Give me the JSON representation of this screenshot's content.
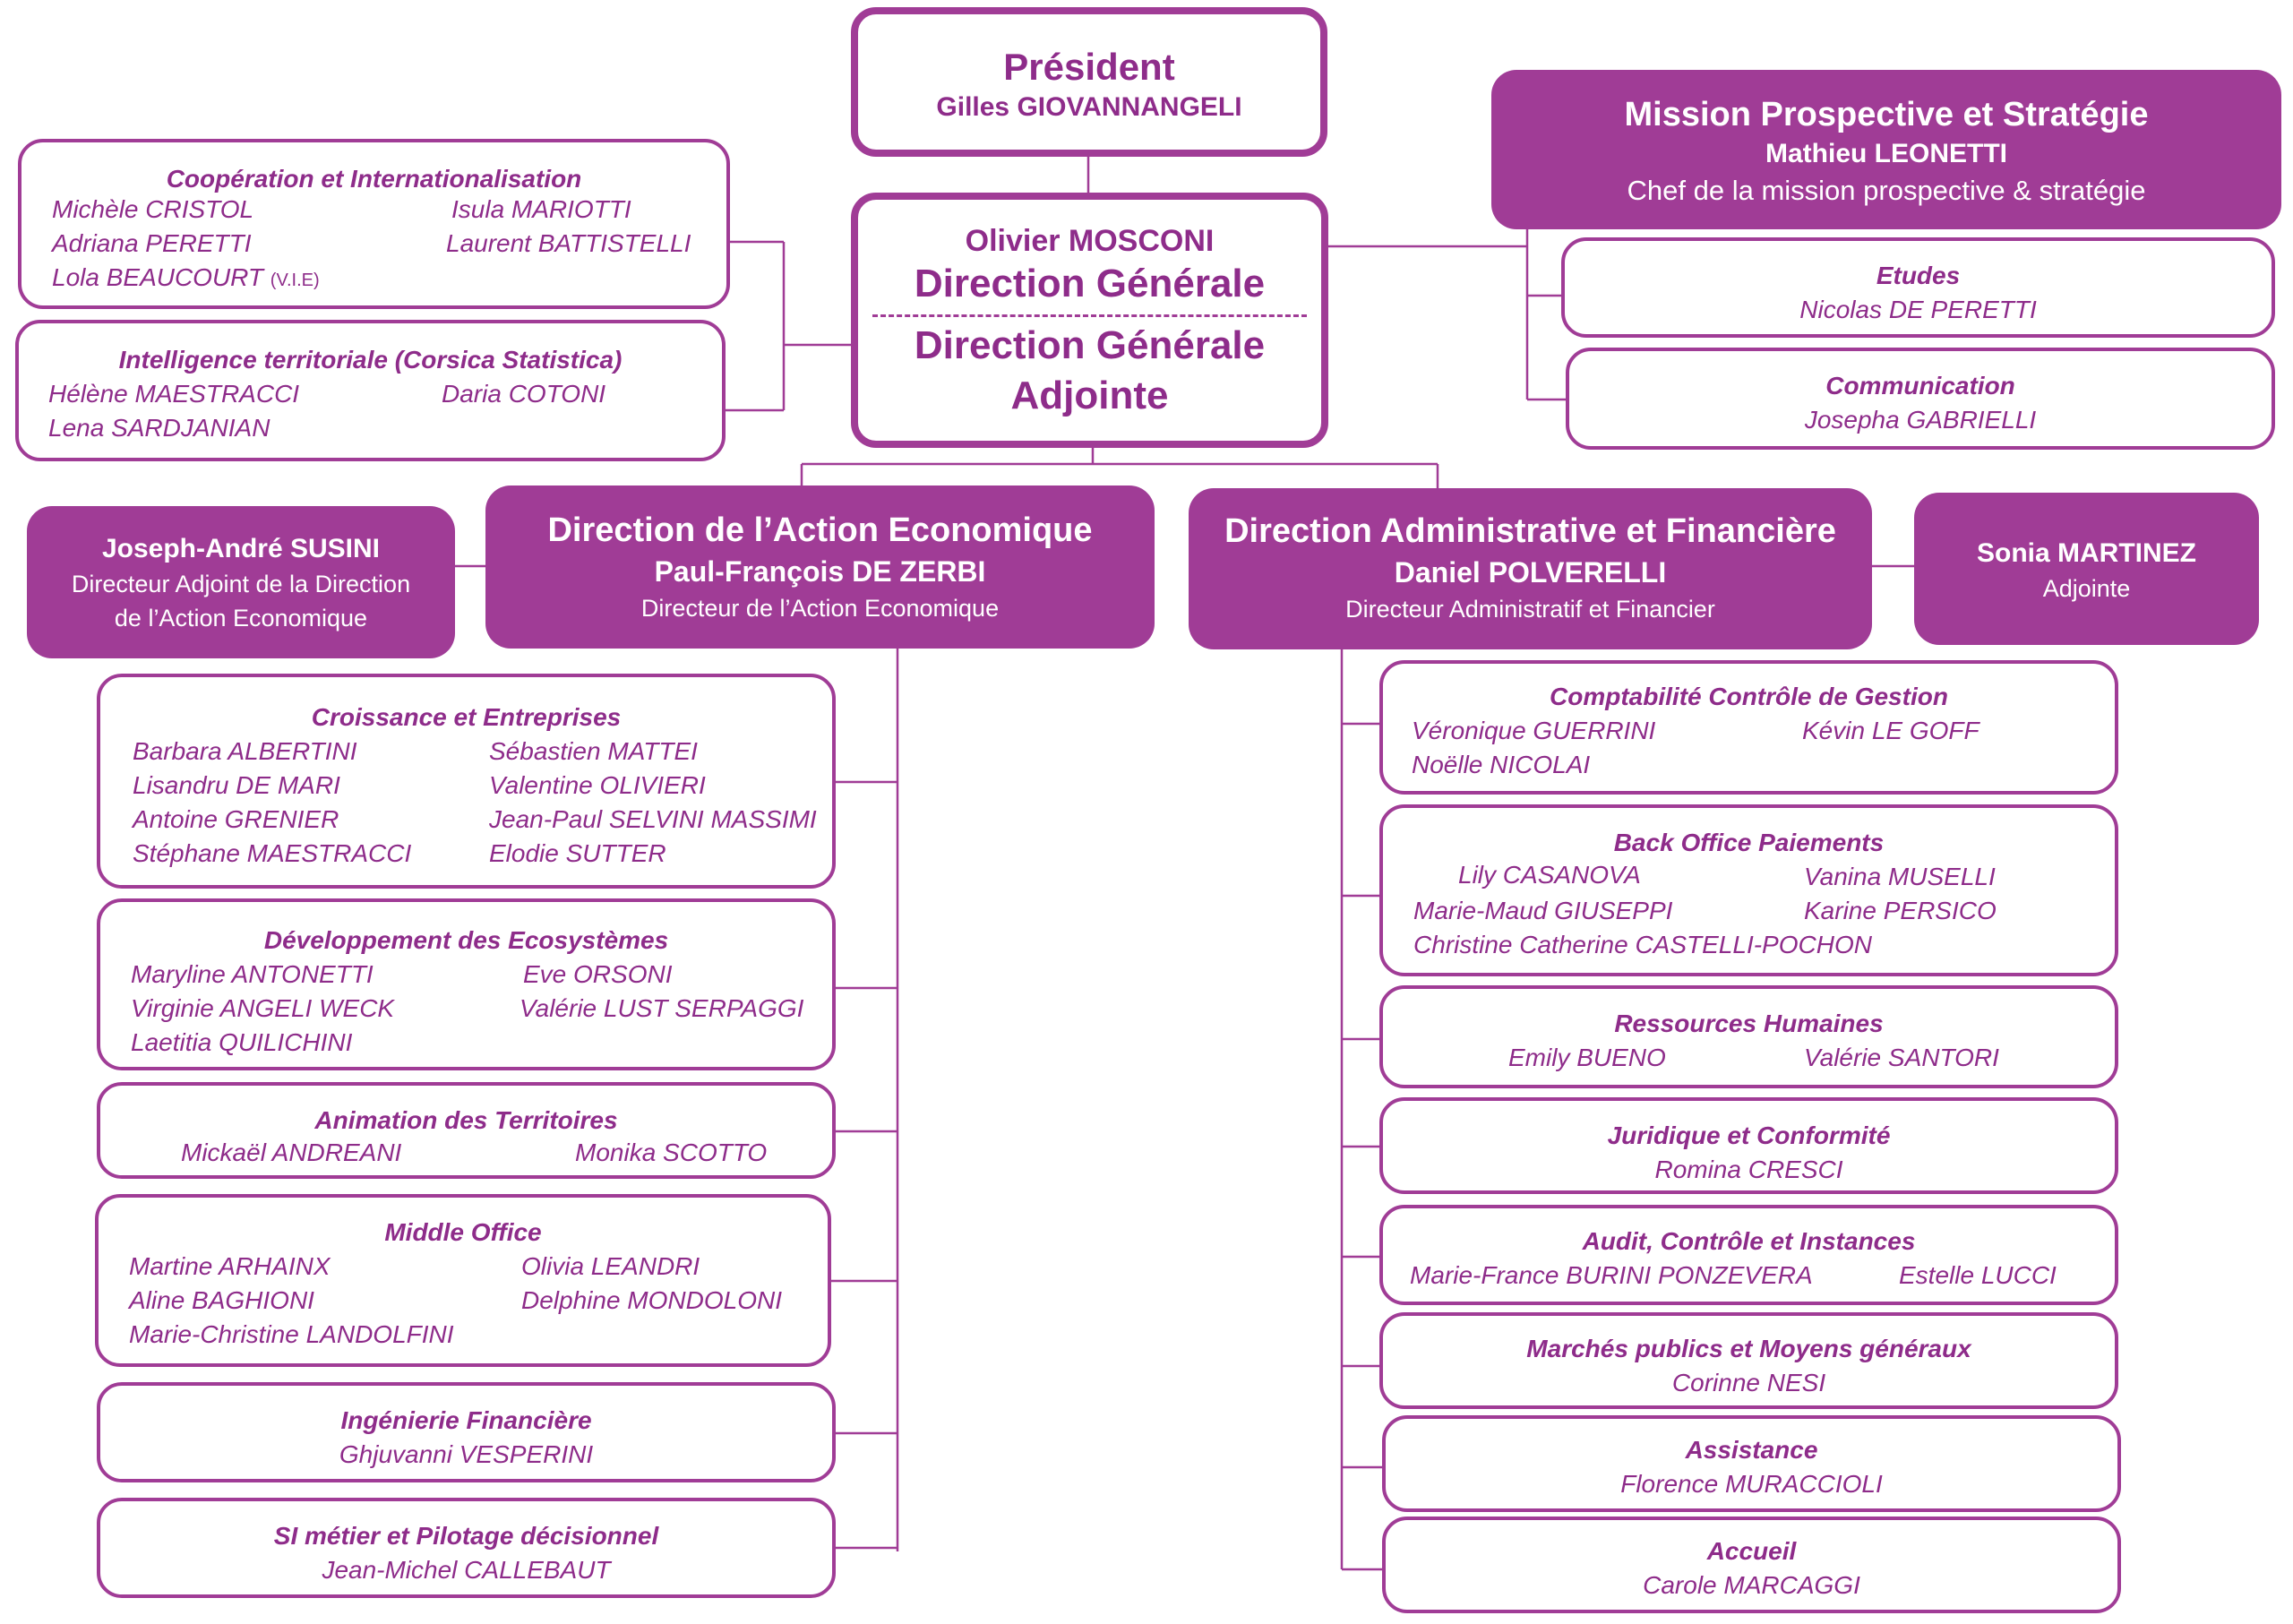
{
  "president": {
    "title": "Président",
    "name": "Gilles GIOVANNANGELI"
  },
  "dg": {
    "name": "Olivier MOSCONI",
    "title1": "Direction Générale",
    "title2": "Direction Générale",
    "title3": "Adjointe"
  },
  "mission": {
    "title": "Mission Prospective et Stratégie",
    "name": "Mathieu LEONETTI",
    "role": "Chef de la mission prospective & stratégie"
  },
  "mission_teams": [
    {
      "title": "Etudes",
      "members": [
        "Nicolas DE PERETTI"
      ]
    },
    {
      "title": "Communication",
      "members": [
        "Josepha GABRIELLI"
      ]
    }
  ],
  "dg_teams": [
    {
      "title": "Coopération et Internationalisation",
      "members": [
        "Michèle CRISTOL",
        "Isula MARIOTTI",
        "Adriana PERETTI",
        "Laurent BATTISTELLI",
        "Lola BEAUCOURT"
      ],
      "suffix": "(V.I.E)"
    },
    {
      "title": "Intelligence territoriale (Corsica Statistica)",
      "members": [
        "Hélène MAESTRACCI",
        "Daria COTONI",
        "Lena SARDJANIAN"
      ]
    }
  ],
  "dae": {
    "title": "Direction de l’Action Economique",
    "name": "Paul-François DE ZERBI",
    "role": "Directeur de l’Action Economique"
  },
  "dae_adjoint": {
    "name": "Joseph-André SUSINI",
    "role1": "Directeur Adjoint de la Direction",
    "role2": "de l’Action Economique"
  },
  "daf": {
    "title": "Direction Administrative et Financière",
    "name": "Daniel POLVERELLI",
    "role": "Directeur Administratif et Financier"
  },
  "daf_adjoint": {
    "name": "Sonia MARTINEZ",
    "role": "Adjointe"
  },
  "dae_teams": [
    {
      "title": "Croissance et Entreprises",
      "members": [
        "Barbara ALBERTINI",
        "Sébastien MATTEI",
        "Lisandru DE MARI",
        "Valentine OLIVIERI",
        "Antoine GRENIER",
        "Jean-Paul SELVINI MASSIMI",
        "Stéphane MAESTRACCI",
        "Elodie SUTTER"
      ]
    },
    {
      "title": "Développement des Ecosystèmes",
      "members": [
        "Maryline ANTONETTI",
        "Eve ORSONI",
        "Virginie ANGELI WECK",
        "Valérie LUST SERPAGGI",
        "Laetitia QUILICHINI"
      ]
    },
    {
      "title": "Animation des Territoires",
      "members": [
        "Mickaël ANDREANI",
        "Monika SCOTTO"
      ]
    },
    {
      "title": "Middle Office",
      "members": [
        "Martine ARHAINX",
        "Olivia LEANDRI",
        "Aline BAGHIONI",
        "Delphine MONDOLONI",
        "Marie-Christine LANDOLFINI"
      ]
    },
    {
      "title": "Ingénierie Financière",
      "members": [
        "Ghjuvanni VESPERINI"
      ]
    },
    {
      "title": "SI métier et Pilotage décisionnel",
      "members": [
        "Jean-Michel CALLEBAUT"
      ]
    }
  ],
  "daf_teams": [
    {
      "title": "Comptabilité Contrôle de Gestion",
      "members": [
        "Véronique GUERRINI",
        "Kévin LE GOFF",
        "Noëlle NICOLAI"
      ]
    },
    {
      "title": "Back Office Paiements",
      "members": [
        "Lily CASANOVA",
        "Vanina MUSELLI",
        "Marie-Maud GIUSEPPI",
        "Karine PERSICO",
        "Christine Catherine CASTELLI-POCHON"
      ]
    },
    {
      "title": "Ressources Humaines",
      "members": [
        "Emily BUENO",
        "Valérie SANTORI"
      ]
    },
    {
      "title": "Juridique et Conformité",
      "members": [
        "Romina CRESCI"
      ]
    },
    {
      "title": "Audit, Contrôle et Instances",
      "members": [
        "Marie-France BURINI PONZEVERA",
        "Estelle LUCCI"
      ]
    },
    {
      "title": "Marchés publics et Moyens généraux",
      "members": [
        "Corinne NESI"
      ]
    },
    {
      "title": "Assistance",
      "members": [
        "Florence MURACCIOLI"
      ]
    },
    {
      "title": "Accueil",
      "members": [
        "Carole MARCAGGI"
      ]
    }
  ]
}
